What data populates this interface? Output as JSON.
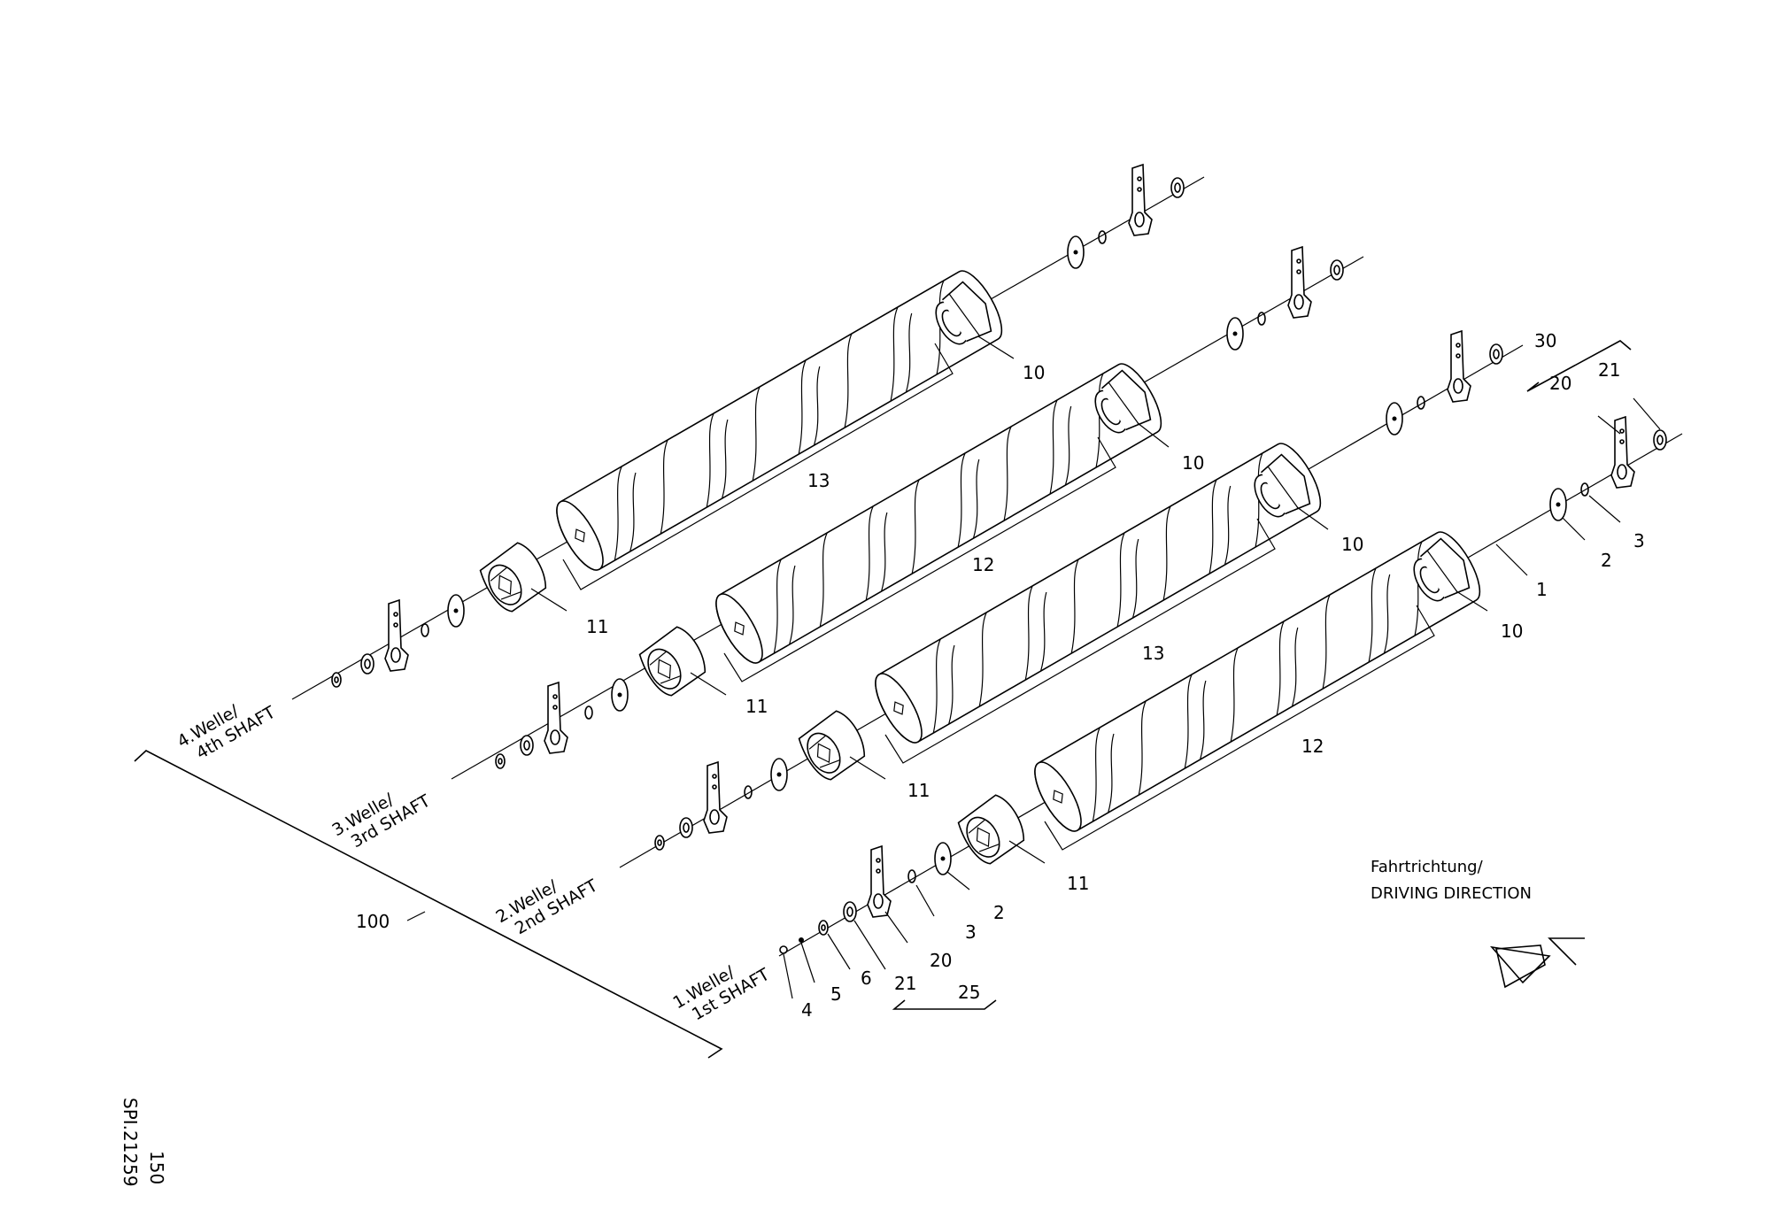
{
  "labels": {
    "n1": "1",
    "n2": "2",
    "n3": "3",
    "n4": "4",
    "n5": "5",
    "n6": "6",
    "n10": "10",
    "n11": "11",
    "n12": "12",
    "n13": "13",
    "n20": "20",
    "n21": "21",
    "n25": "25",
    "n30": "30",
    "n100": "100"
  },
  "shafts": {
    "shaft1_de": "1.Welle/",
    "shaft1_en": "1st SHAFT",
    "shaft2_de": "2.Welle/",
    "shaft2_en": "2nd SHAFT",
    "shaft3_de": "3.Welle/",
    "shaft3_en": "3rd SHAFT",
    "shaft4_de": "4.Welle/",
    "shaft4_en": "4th SHAFT"
  },
  "direction": {
    "line1": "Fahrtrichtung/",
    "line2": "DRIVING DIRECTION"
  },
  "drawing": {
    "number": "SPI.21259",
    "sheet": "150"
  },
  "colors": {
    "line": "#000000",
    "background": "#ffffff",
    "fill": "#e8e8e8"
  }
}
